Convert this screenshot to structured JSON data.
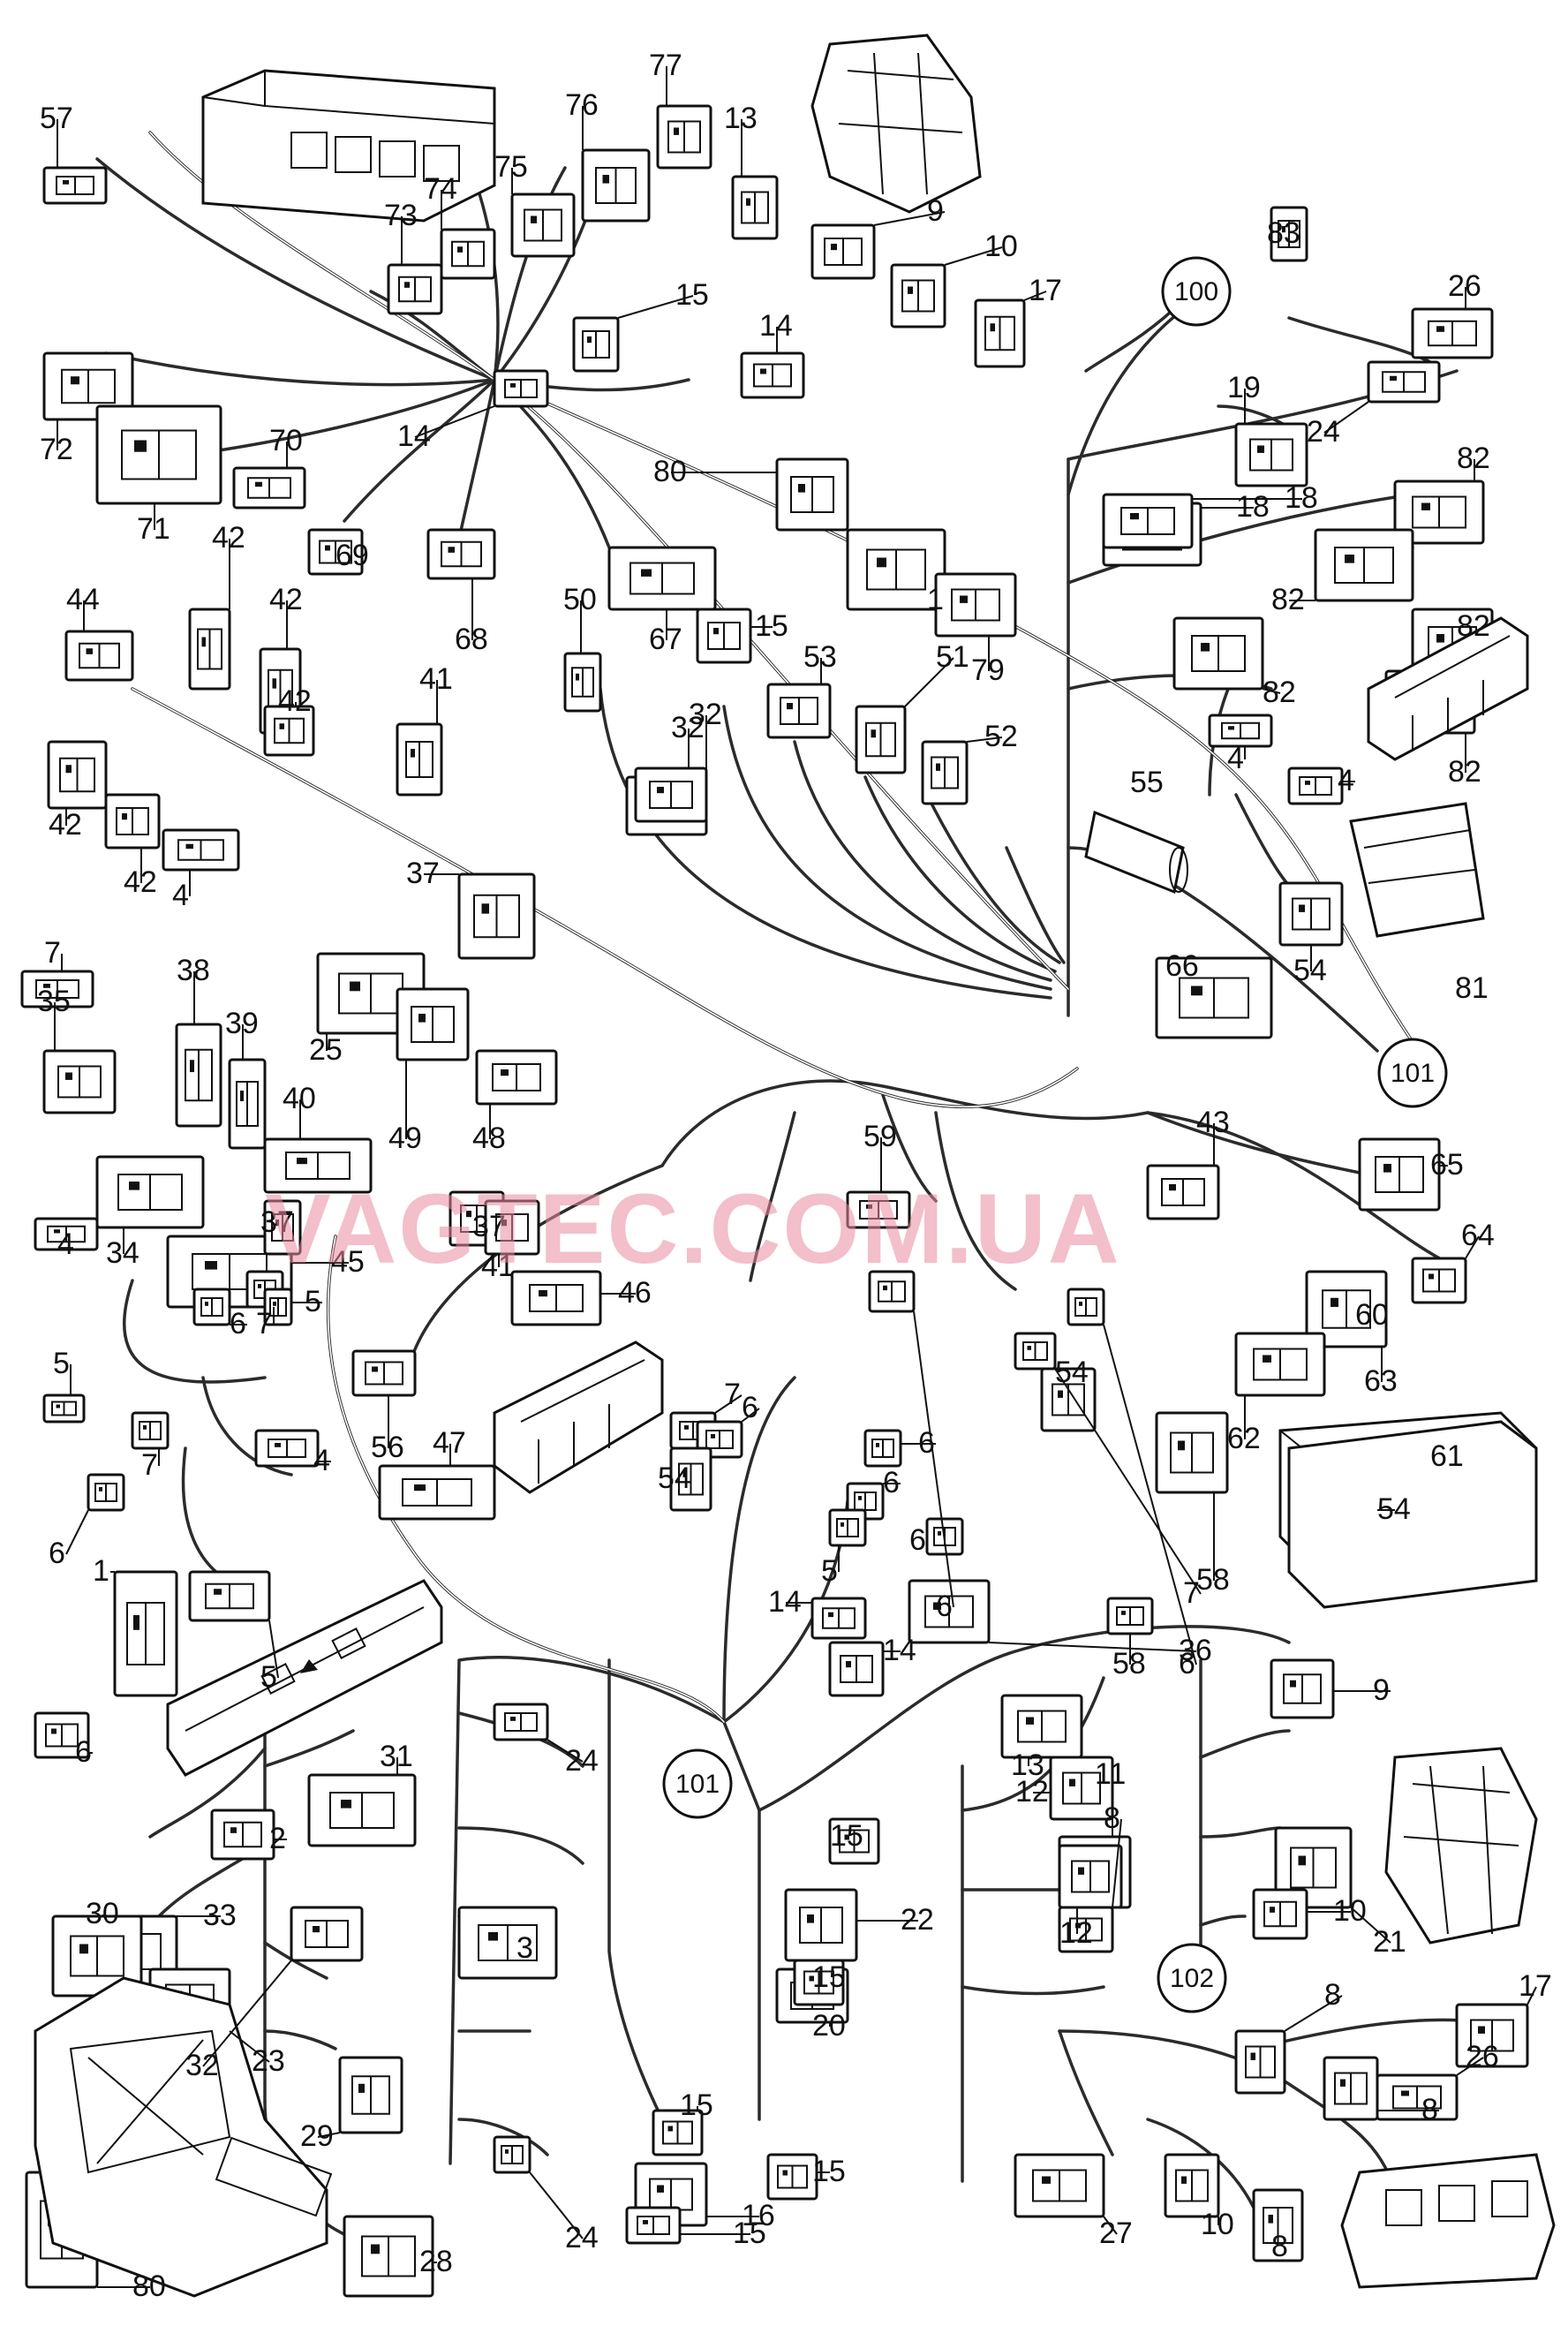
{
  "watermark": "VAGTEC.COM.UA",
  "circle_refs": [
    "100",
    "101",
    "101",
    "102"
  ],
  "labels": [
    "57",
    "13",
    "9",
    "10",
    "17",
    "83",
    "26",
    "73",
    "74",
    "75",
    "76",
    "77",
    "15",
    "14",
    "80",
    "1",
    "79",
    "72",
    "71",
    "70",
    "69",
    "68",
    "67",
    "44",
    "42",
    "42",
    "42",
    "41",
    "37",
    "50",
    "53",
    "51",
    "52",
    "32",
    "4",
    "82",
    "82",
    "82",
    "19",
    "24",
    "18",
    "55",
    "54",
    "81",
    "66",
    "35",
    "38",
    "39",
    "40",
    "25",
    "49",
    "48",
    "65",
    "64",
    "63",
    "62",
    "58",
    "61",
    "60",
    "36",
    "34",
    "45",
    "46",
    "47",
    "56",
    "59",
    "43",
    "12",
    "11",
    "8",
    "21",
    "22",
    "20",
    "16",
    "27",
    "28",
    "29",
    "30",
    "31",
    "33",
    "23",
    "3",
    "2",
    "5",
    "6",
    "7"
  ]
}
